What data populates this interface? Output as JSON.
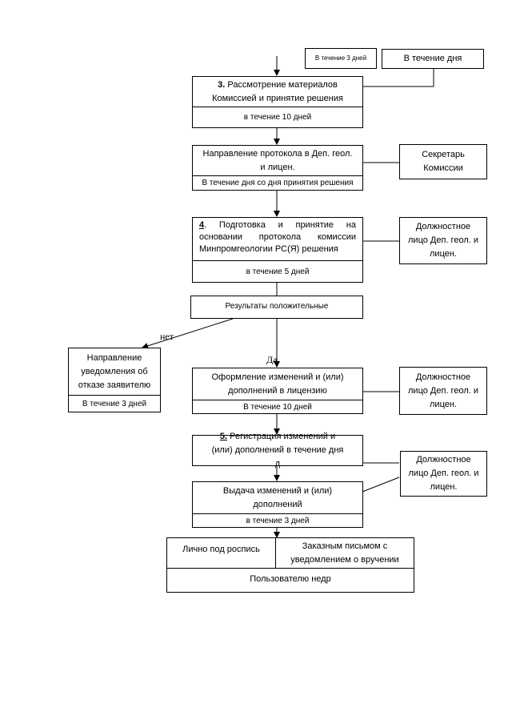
{
  "top_notes": {
    "note_3_days": "В течение 3 дней",
    "note_day": "В течение дня"
  },
  "step3": {
    "number": "3.",
    "title_line1": "Рассмотрение материалов",
    "title_line2": "Комиссией и принятие решения",
    "term": "в течение 10 дней"
  },
  "protocol": {
    "title": "Направление протокола в Деп. геол. и лицен.",
    "term": "В течение дня со дня принятия решения",
    "responsible": "Секретарь Комиссии"
  },
  "step4": {
    "number": "4",
    "line1": ". Подготовка и принятие на",
    "line2": "основании протокола комиссии",
    "line3": "Минпромгеологии РС(Я) решения",
    "term": "в течение 5 дней",
    "responsible": "Должностное лицо Деп. геол. и лицен."
  },
  "decision": {
    "label": "Результаты положительные",
    "no_label": "нет",
    "yes_label": "Да"
  },
  "refusal": {
    "title": "Направление уведомления об отказе заявителю",
    "term": "В течение 3 дней"
  },
  "formalize": {
    "title": "Оформление изменений и (или) дополнений в лицензию",
    "term": "В течение 10 дней",
    "responsible": "Должностное лицо Деп. геол. и лицен."
  },
  "step5": {
    "number": "5.",
    "title": "Регистрация изменений и (или) дополнений в течение дня д",
    "responsible": "Должностное лицо Деп. геол. и лицен."
  },
  "issue": {
    "title": "Выдача изменений и (или) дополнений",
    "term": "в течение 3 дней"
  },
  "delivery": {
    "in_person": "Лично под роспись",
    "by_mail": "Заказным письмом с уведомлением о вручении",
    "recipient": "Пользователю недр"
  }
}
